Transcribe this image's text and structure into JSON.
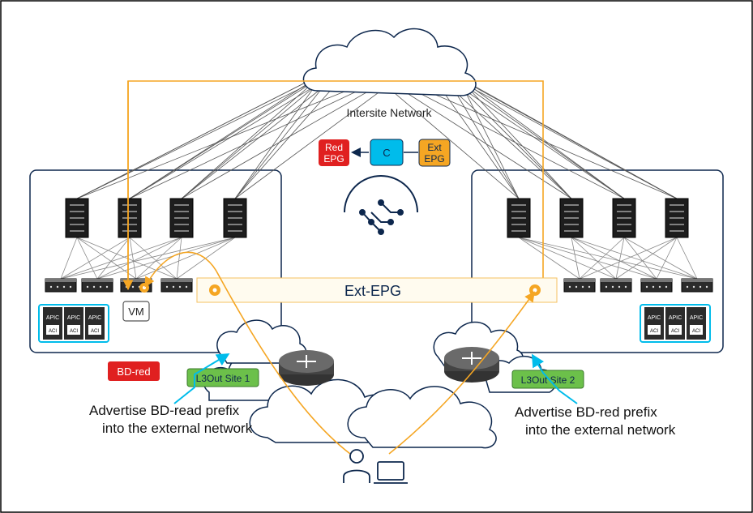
{
  "network": {
    "label": "Intersite Network"
  },
  "contract": {
    "red_epg": [
      "Red",
      "EPG"
    ],
    "c": "C",
    "ext_epg": [
      "Ext",
      "EPG"
    ]
  },
  "ext_epg_bar": {
    "label": "Ext-EPG"
  },
  "vm": {
    "label": "VM"
  },
  "apic": {
    "top": "APIC",
    "badge": "ACI"
  },
  "bd_red": {
    "label": "BD-red"
  },
  "l3out1": {
    "label": "L3Out Site 1"
  },
  "l3out2": {
    "label": "L3Out Site 2"
  },
  "advertise1": [
    "Advertise BD-read prefix",
    "into the external network"
  ],
  "advertise2": [
    "Advertise BD-red prefix",
    "into the external network"
  ],
  "colors": {
    "orange": "#F5A623",
    "red": "#E02020",
    "blue": "#00BCEB",
    "green": "#6CC04A",
    "navy": "#0D274D"
  },
  "icons": [
    "cloud-icon",
    "server-icon",
    "switch-icon",
    "router-icon",
    "user-icon",
    "laptop-icon",
    "gear-icon",
    "aci-logo-icon"
  ]
}
